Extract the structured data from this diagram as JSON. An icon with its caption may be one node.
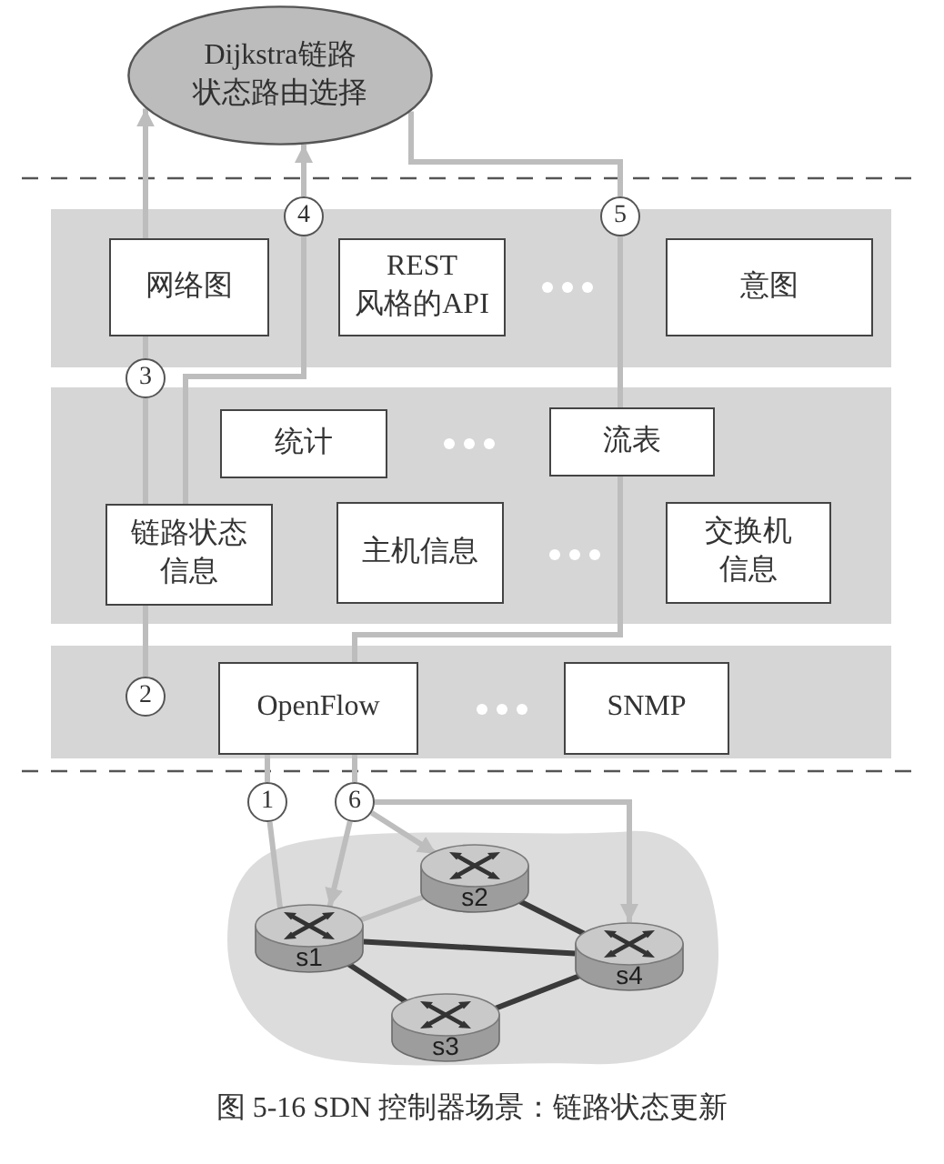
{
  "diagram": {
    "caption": "图 5-16 SDN 控制器场景：链路状态更新",
    "nodes": [
      {
        "text": [
          "Dijkstra链路状态路由选择"
        ]
      },
      {
        "text": [
          "4"
        ]
      },
      {
        "text": [
          "5"
        ]
      },
      {
        "text": [],
        "shape": "box"
      },
      {
        "text": [
          "网络图"
        ],
        "in": 3
      },
      {
        "text": [
          "REST 风格的API"
        ],
        "in": 3
      },
      {
        "text": [
          "意图"
        ],
        "in": 3
      },
      {
        "text": [
          "3"
        ]
      },
      {
        "text": [],
        "shape": "box"
      },
      {
        "text": [
          "统计"
        ],
        "in": 8
      },
      {
        "text": [
          "流表"
        ],
        "in": 8
      },
      {
        "text": [
          "链路状态信息"
        ],
        "in": 8
      },
      {
        "text": [
          "主机信息"
        ],
        "in": 8
      },
      {
        "text": [
          "交换机信息"
        ],
        "in": 8
      },
      {
        "text": [],
        "shape": "box"
      },
      {
        "text": [
          "2"
        ],
        "in": 14
      },
      {
        "text": [
          "OpenFlow"
        ],
        "in": 14
      },
      {
        "text": [
          "SNMP"
        ],
        "in": 14
      },
      {
        "text": [
          "1"
        ]
      },
      {
        "text": [
          "6"
        ]
      },
      {
        "text": [],
        "shape": "cloud"
      },
      {
        "text": [
          "s2"
        ],
        "in": 20
      },
      {
        "text": [
          "s1"
        ],
        "in": 20
      },
      {
        "text": [
          "s4"
        ],
        "in": 20
      },
      {
        "text": [
          "s3"
        ],
        "in": 20
      }
    ],
    "edges": [
      {
        "from": 11,
        "to": 7,
        "arrow": "none"
      },
      {
        "from": 7,
        "to": 4,
        "arrow": "none"
      },
      {
        "from": 4,
        "to": 0,
        "arrow": "to"
      },
      {
        "from": 11,
        "to": 1,
        "arrow": "none"
      },
      {
        "from": 1,
        "to": 0,
        "arrow": "to"
      },
      {
        "from": 0,
        "to": 2,
        "arrow": "none"
      },
      {
        "from": 2,
        "to": 10,
        "arrow": "none"
      },
      {
        "from": 10,
        "to": 16,
        "arrow": "none"
      },
      {
        "from": 16,
        "to": 19,
        "arrow": "none"
      },
      {
        "from": 19,
        "to": 22,
        "arrow": "to"
      },
      {
        "from": 19,
        "to": 21,
        "arrow": "to"
      },
      {
        "from": 19,
        "to": 23,
        "arrow": "to"
      },
      {
        "from": 22,
        "to": 18,
        "arrow": "none"
      },
      {
        "from": 18,
        "to": 16,
        "arrow": "none"
      },
      {
        "from": 15,
        "to": 11,
        "arrow": "none"
      },
      {
        "from": 22,
        "to": 21,
        "arrow": "none"
      },
      {
        "from": 22,
        "to": 23,
        "arrow": "none",
        "color": "#3a3a3a"
      },
      {
        "from": 22,
        "to": 24,
        "arrow": "none",
        "color": "#3a3a3a"
      },
      {
        "from": 21,
        "to": 23,
        "arrow": "none",
        "color": "#3a3a3a"
      },
      {
        "from": 24,
        "to": 23,
        "arrow": "none",
        "color": "#3a3a3a"
      }
    ]
  }
}
